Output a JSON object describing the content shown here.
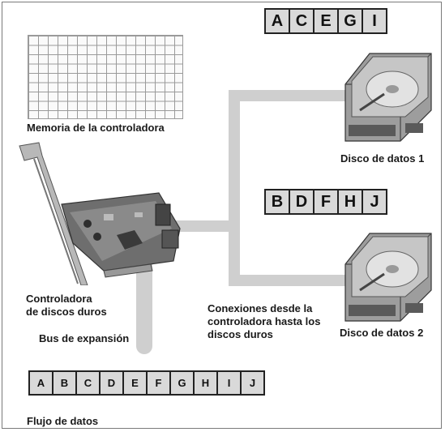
{
  "labels": {
    "memory": "Memoria de la controladora",
    "controller": "Controladora\nde discos duros",
    "bus": "Bus de expansión",
    "connections": "Conexiones desde la\ncontroladora hasta los\ndiscos duros",
    "disk1": "Disco de datos 1",
    "disk2": "Disco de datos 2",
    "flow": "Flujo de datos"
  },
  "disk1_blocks": [
    "A",
    "C",
    "E",
    "G",
    "I"
  ],
  "disk2_blocks": [
    "B",
    "D",
    "F",
    "H",
    "J"
  ],
  "flow_blocks": [
    "A",
    "B",
    "C",
    "D",
    "E",
    "F",
    "G",
    "H",
    "I",
    "J"
  ],
  "colors": {
    "wire": "#cfcfcf",
    "block": "#d9d9d9",
    "border": "#222222"
  }
}
